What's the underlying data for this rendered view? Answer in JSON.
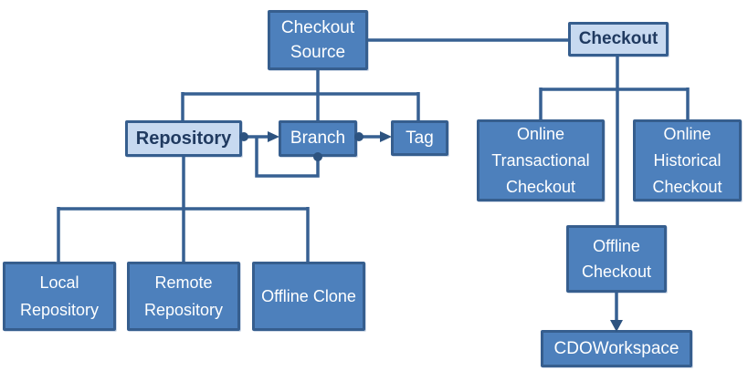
{
  "colors": {
    "node_fill": "#4d80bc",
    "node_border": "#365e8e",
    "highlight_fill": "#c7d9f0",
    "highlight_text": "#203a60",
    "connector": "#376092",
    "node_text": "#ffffff",
    "background": "#ffffff"
  },
  "nodes": {
    "checkout_source": {
      "label": "Checkout Source"
    },
    "checkout": {
      "label": "Checkout"
    },
    "repository": {
      "label": "Repository"
    },
    "branch": {
      "label": "Branch"
    },
    "tag": {
      "label": "Tag"
    },
    "online_transactional_checkout": {
      "label": "Online Transactional Checkout"
    },
    "online_historical_checkout": {
      "label": "Online Historical Checkout"
    },
    "local_repository": {
      "label": "Local Repository"
    },
    "remote_repository": {
      "label": "Remote Repository"
    },
    "offline_clone": {
      "label": "Offline Clone"
    },
    "offline_checkout": {
      "label": "Offline Checkout"
    },
    "cdo_workspace": {
      "label": "CDOWorkspace"
    }
  },
  "icons": {
    "aggregation_dot": "filled-circle",
    "arrowhead": "filled-triangle"
  }
}
